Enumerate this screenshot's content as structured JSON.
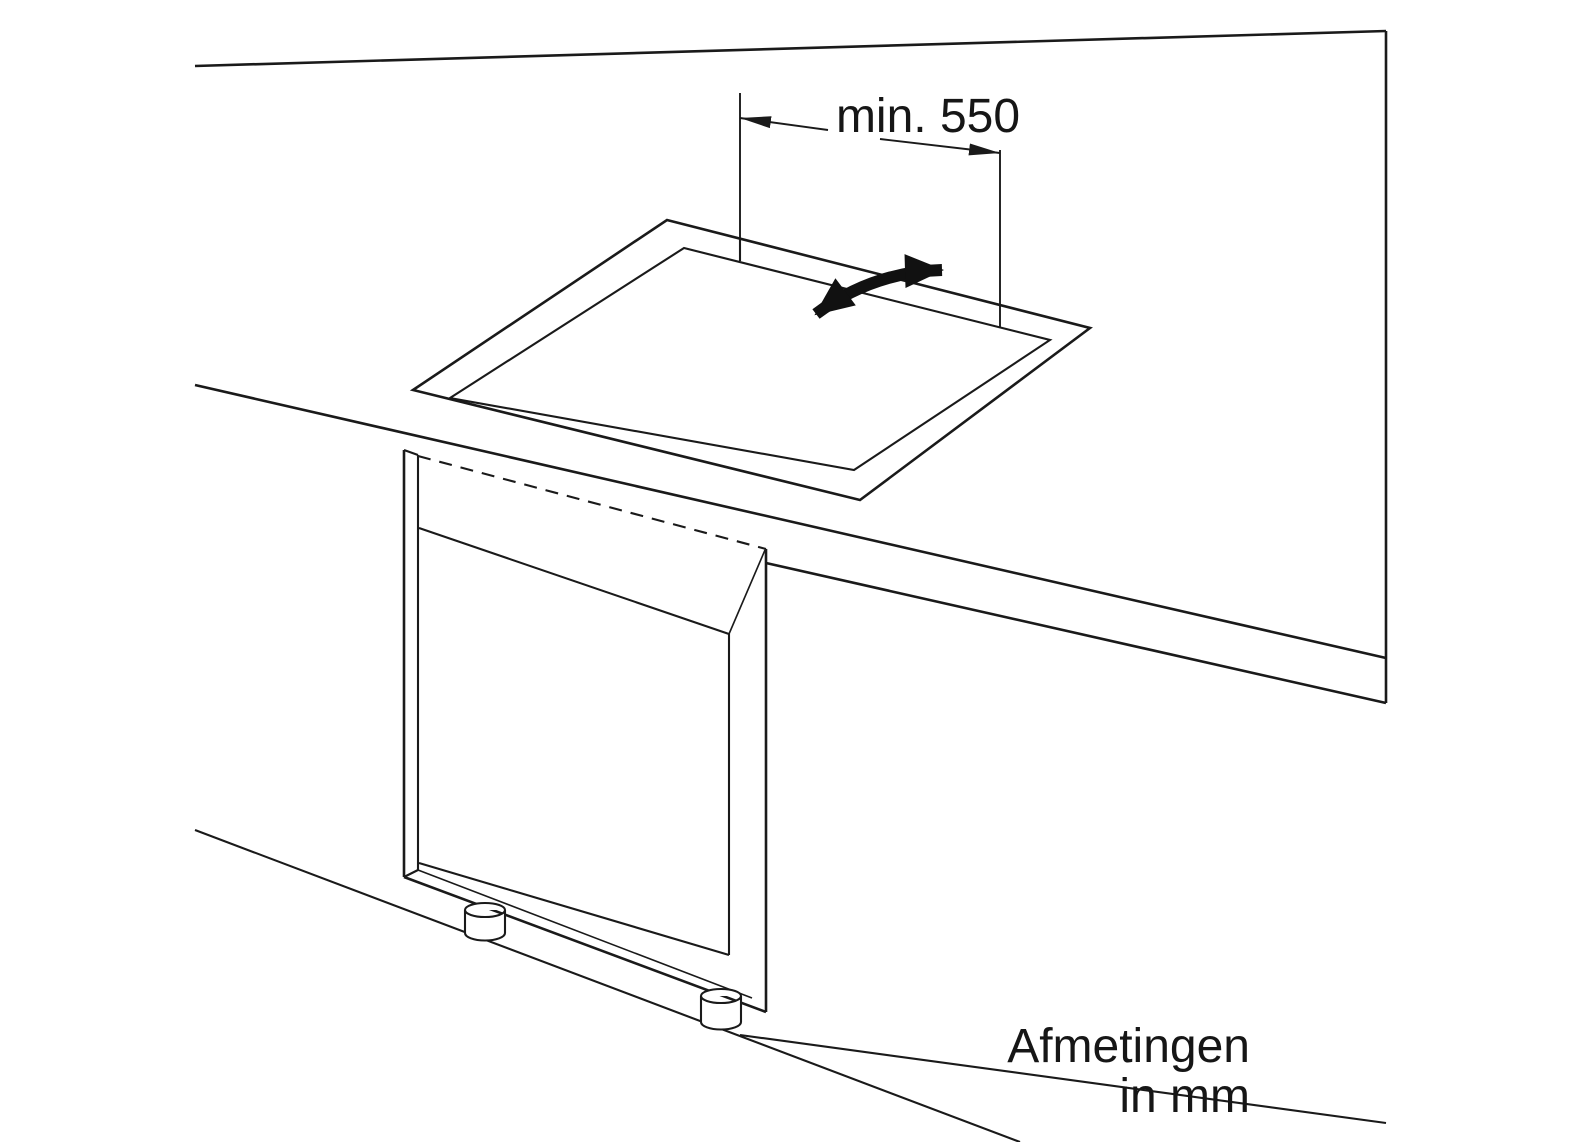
{
  "page": {
    "background": "#ffffff",
    "line_color": "#1a1a1a"
  },
  "diagram": {
    "dimension": {
      "label": "min. 550"
    },
    "caption": {
      "line1": "Afmetingen",
      "line2": "in mm"
    },
    "icons": {
      "slide_arrow": "double-headed-arrow",
      "dimension_arrows": "outward-dimension-arrows"
    }
  }
}
